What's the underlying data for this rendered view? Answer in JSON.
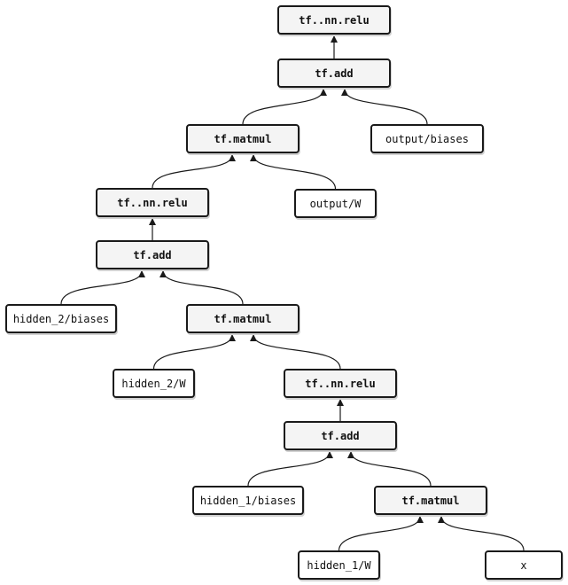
{
  "nodes": {
    "relu_out": "tf..nn.relu",
    "add_out": "tf.add",
    "matmul_out": "tf.matmul",
    "output_biases": "output/biases",
    "relu_2": "tf..nn.relu",
    "output_w": "output/W",
    "add_2": "tf.add",
    "hidden_2_biases": "hidden_2/biases",
    "matmul_2": "tf.matmul",
    "hidden_2_w": "hidden_2/W",
    "relu_1": "tf..nn.relu",
    "add_1": "tf.add",
    "hidden_1_biases": "hidden_1/biases",
    "matmul_1": "tf.matmul",
    "hidden_1_w": "hidden_1/W",
    "x": "x"
  },
  "edges": [
    [
      "add_out",
      "relu_out"
    ],
    [
      "matmul_out",
      "add_out"
    ],
    [
      "output_biases",
      "add_out"
    ],
    [
      "relu_2",
      "matmul_out"
    ],
    [
      "output_w",
      "matmul_out"
    ],
    [
      "add_2",
      "relu_2"
    ],
    [
      "hidden_2_biases",
      "add_2"
    ],
    [
      "matmul_2",
      "add_2"
    ],
    [
      "hidden_2_w",
      "matmul_2"
    ],
    [
      "relu_1",
      "matmul_2"
    ],
    [
      "add_1",
      "relu_1"
    ],
    [
      "hidden_1_biases",
      "add_1"
    ],
    [
      "matmul_1",
      "add_1"
    ],
    [
      "hidden_1_w",
      "matmul_1"
    ],
    [
      "x",
      "matmul_1"
    ]
  ],
  "colors": {
    "line": "#1a1a1a",
    "border": "#1a1a1a",
    "fill": "#f4f4f4"
  }
}
